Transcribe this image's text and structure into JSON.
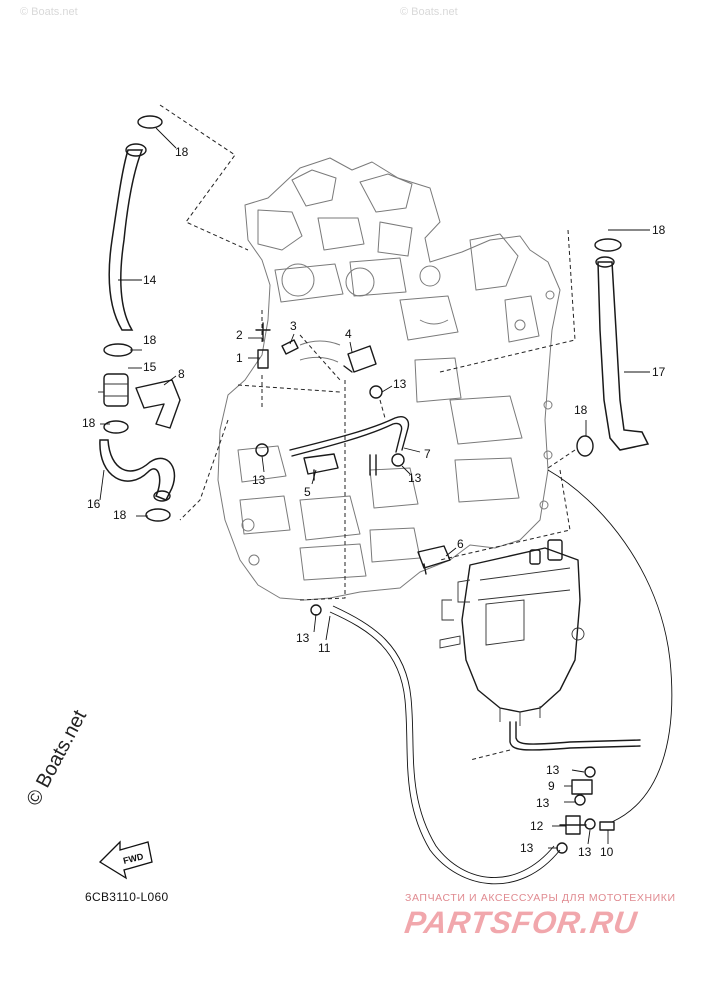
{
  "diagram": {
    "code": "6CB3110-L060",
    "fwd_label": "FWD",
    "watermark": "© Boats.net",
    "faint_watermark": "© Boats.net",
    "shop": {
      "line": "ЗАПЧАСТИ И АКСЕССУАРЫ ДЛЯ МОТОТЕХНИКИ",
      "logo": "PARTSFOR.RU"
    },
    "callouts": {
      "c1": "1",
      "c2": "2",
      "c3": "3",
      "c4": "4",
      "c5": "5",
      "c6": "6",
      "c7": "7",
      "c8": "8",
      "c9": "9",
      "c10": "10",
      "c11": "11",
      "c12": "12",
      "c13a": "13",
      "c13b": "13",
      "c13c": "13",
      "c13d": "13",
      "c13e": "13",
      "c13f": "13",
      "c13g": "13",
      "c13h": "13",
      "c14": "14",
      "c15": "15",
      "c16": "16",
      "c17": "17",
      "c18a": "18",
      "c18b": "18",
      "c18c": "18",
      "c18d": "18",
      "c18e": "18",
      "c18f": "18"
    }
  }
}
